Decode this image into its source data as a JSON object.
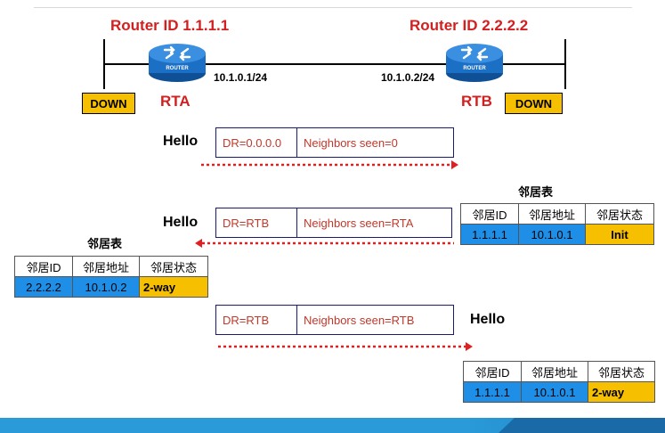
{
  "routers": {
    "rta": {
      "router_id": "Router ID 1.1.1.1",
      "name": "RTA",
      "ip": "10.1.0.1/24",
      "state": "DOWN",
      "label": "ROUTER"
    },
    "rtb": {
      "router_id": "Router ID 2.2.2.2",
      "name": "RTB",
      "ip": "10.1.0.2/24",
      "state": "DOWN",
      "label": "ROUTER"
    }
  },
  "packets": [
    {
      "label": "Hello",
      "dr": "DR=0.0.0.0",
      "neighbors": "Neighbors seen=0"
    },
    {
      "label": "Hello",
      "dr": "DR=RTB",
      "neighbors": "Neighbors seen=RTA"
    },
    {
      "label": "Hello",
      "dr": "DR=RTB",
      "neighbors": "Neighbors seen=RTB"
    }
  ],
  "tables": {
    "rtb_first": {
      "title": "邻居表",
      "headers": [
        "邻居ID",
        "邻居地址",
        "邻居状态"
      ],
      "row": [
        "1.1.1.1",
        "10.1.0.1",
        "Init"
      ]
    },
    "rta": {
      "title": "邻居表",
      "headers": [
        "邻居ID",
        "邻居地址",
        "邻居状态"
      ],
      "row": [
        "2.2.2.2",
        "10.1.0.2",
        "2-way"
      ]
    },
    "rtb_second": {
      "headers": [
        "邻居ID",
        "邻居地址",
        "邻居状态"
      ],
      "row": [
        "1.1.1.1",
        "10.1.0.1",
        "2-way"
      ]
    }
  },
  "colors": {
    "accent_red": "#d21f1f",
    "state_yellow": "#f6c000",
    "cell_blue": "#1f8ee6",
    "router_blue": "#1b6fc4",
    "footer_blue": "#2a9ad8"
  }
}
